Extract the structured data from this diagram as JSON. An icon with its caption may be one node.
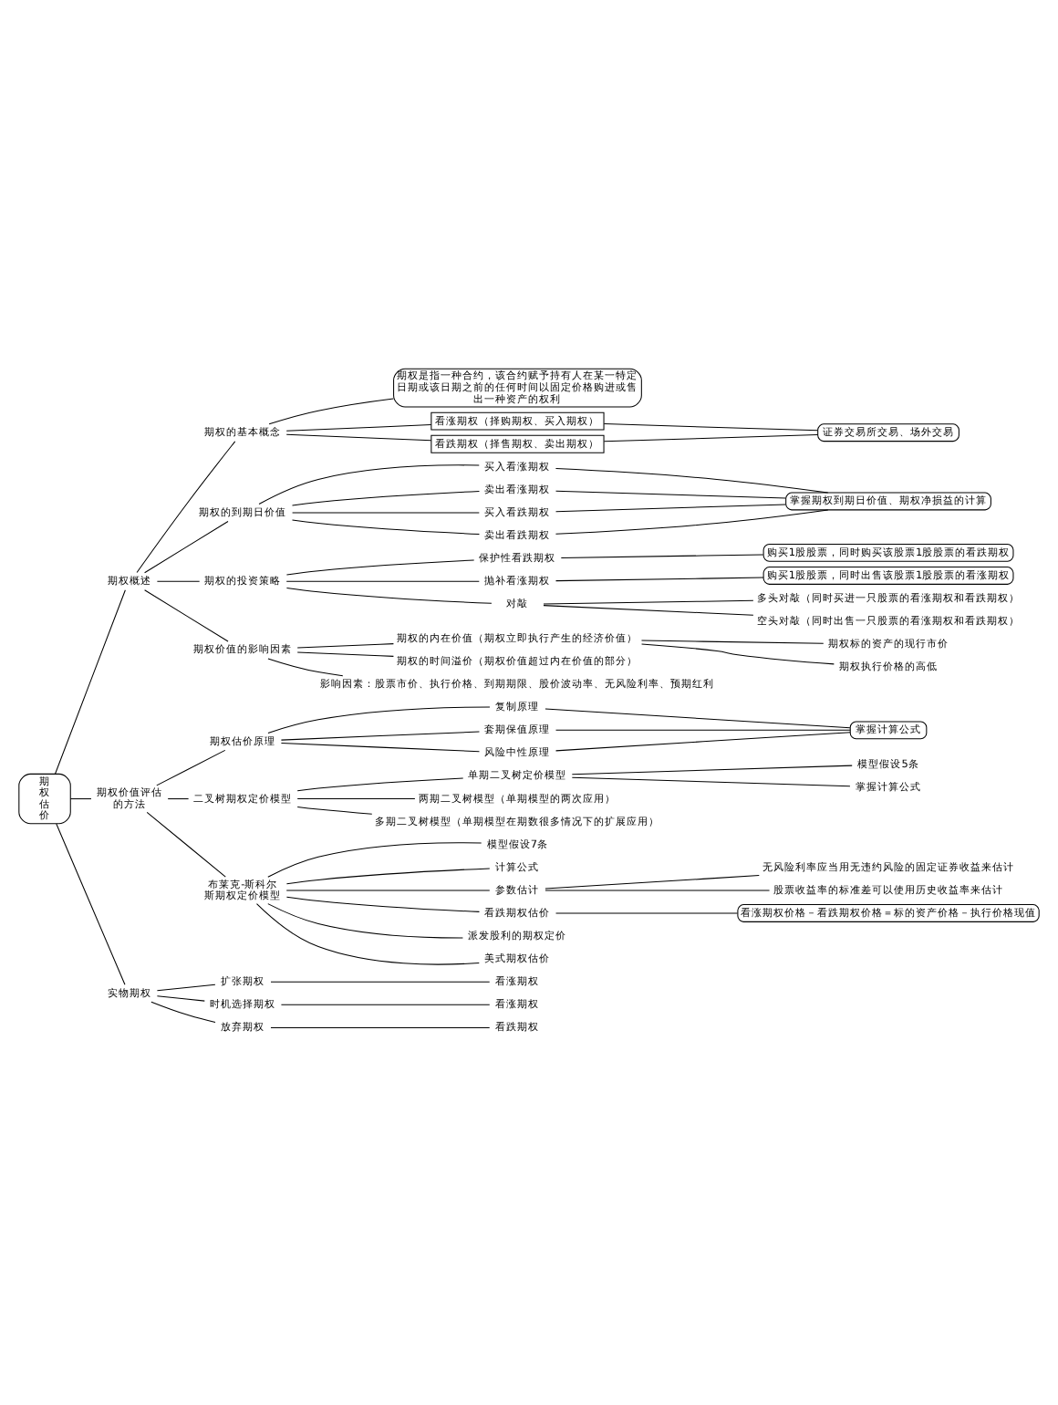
{
  "diagram": {
    "nodes": [
      {
        "text": [
          "期权估价"
        ]
      },
      {
        "text": [
          "期权概述"
        ]
      },
      {
        "text": [
          "期权的基本概念"
        ]
      },
      {
        "text": [
          "期权是指一种合约，该合约赋予持有人在某一特定日期或该日期之前的任何时间以固定价格购进或售出一种资产的权利"
        ]
      },
      {
        "text": [
          "看涨期权（择购期权、买入期权）"
        ]
      },
      {
        "text": [
          "看跌期权（择售期权、卖出期权）"
        ]
      },
      {
        "text": [
          "证券交易所交易、场外交易"
        ]
      },
      {
        "text": [
          "期权的到期日价值"
        ]
      },
      {
        "text": [
          "买入看涨期权"
        ]
      },
      {
        "text": [
          "卖出看涨期权"
        ]
      },
      {
        "text": [
          "买入看跌期权"
        ]
      },
      {
        "text": [
          "卖出看跌期权"
        ]
      },
      {
        "text": [
          "掌握期权到期日价值、期权净损益的计算"
        ]
      },
      {
        "text": [
          "期权的投资策略"
        ]
      },
      {
        "text": [
          "保护性看跌期权"
        ]
      },
      {
        "text": [
          "购买1股股票，同时购买该股票1股股票的看跌期权"
        ]
      },
      {
        "text": [
          "抛补看涨期权"
        ]
      },
      {
        "text": [
          "购买1股股票，同时出售该股票1股股票的看涨期权"
        ]
      },
      {
        "text": [
          "对敲"
        ]
      },
      {
        "text": [
          "多头对敲（同时买进一只股票的看涨期权和看跌期权）"
        ]
      },
      {
        "text": [
          "空头对敲（同时出售一只股票的看涨期权和看跌期权）"
        ]
      },
      {
        "text": [
          "期权价值的影响因素"
        ]
      },
      {
        "text": [
          "期权的内在价值（期权立即执行产生的经济价值）"
        ]
      },
      {
        "text": [
          "期权标的资产的现行市价"
        ]
      },
      {
        "text": [
          "期权执行价格的高低"
        ]
      },
      {
        "text": [
          "期权的时间溢价（期权价值超过内在价值的部分）"
        ]
      },
      {
        "text": [
          "影响因素：股票市价、执行价格、到期期限、股价波动率、无风险利率、预期红利"
        ]
      },
      {
        "text": [
          "期权价值评估的方法"
        ]
      },
      {
        "text": [
          "期权估价原理"
        ]
      },
      {
        "text": [
          "复制原理"
        ]
      },
      {
        "text": [
          "套期保值原理"
        ]
      },
      {
        "text": [
          "风险中性原理"
        ]
      },
      {
        "text": [
          "掌握计算公式"
        ]
      },
      {
        "text": [
          "二叉树期权定价模型"
        ]
      },
      {
        "text": [
          "单期二叉树定价模型"
        ]
      },
      {
        "text": [
          "模型假设5条"
        ]
      },
      {
        "text": [
          "掌握计算公式"
        ]
      },
      {
        "text": [
          "两期二叉树模型（单期模型的两次应用）"
        ]
      },
      {
        "text": [
          "多期二叉树模型（单期模型在期数很多情况下的扩展应用）"
        ]
      },
      {
        "text": [
          "布莱克-斯科尔斯期权定价模型"
        ]
      },
      {
        "text": [
          "模型假设7条"
        ]
      },
      {
        "text": [
          "计算公式"
        ]
      },
      {
        "text": [
          "参数估计"
        ]
      },
      {
        "text": [
          "无风险利率应当用无违约风险的固定证券收益来估计"
        ]
      },
      {
        "text": [
          "股票收益率的标准差可以使用历史收益率来估计"
        ]
      },
      {
        "text": [
          "看跌期权估价"
        ]
      },
      {
        "text": [
          "看涨期权价格－看跌期权价格＝标的资产价格－执行价格现值"
        ]
      },
      {
        "text": [
          "派发股利的期权定价"
        ]
      },
      {
        "text": [
          "美式期权估价"
        ]
      },
      {
        "text": [
          "实物期权"
        ]
      },
      {
        "text": [
          "扩张期权"
        ]
      },
      {
        "text": [
          "看涨期权"
        ]
      },
      {
        "text": [
          "时机选择期权"
        ]
      },
      {
        "text": [
          "看涨期权"
        ]
      },
      {
        "text": [
          "放弃期权"
        ]
      },
      {
        "text": [
          "看跌期权"
        ]
      }
    ],
    "edges": [
      {
        "from": 0,
        "to": 1,
        "arrow": "none"
      },
      {
        "from": 0,
        "to": 27,
        "arrow": "none"
      },
      {
        "from": 0,
        "to": 49,
        "arrow": "none"
      },
      {
        "from": 1,
        "to": 2,
        "arrow": "none"
      },
      {
        "from": 1,
        "to": 7,
        "arrow": "none"
      },
      {
        "from": 1,
        "to": 13,
        "arrow": "none"
      },
      {
        "from": 1,
        "to": 21,
        "arrow": "none"
      },
      {
        "from": 2,
        "to": 3,
        "arrow": "none"
      },
      {
        "from": 2,
        "to": 4,
        "arrow": "none"
      },
      {
        "from": 2,
        "to": 5,
        "arrow": "none"
      },
      {
        "from": 4,
        "to": 6,
        "arrow": "none"
      },
      {
        "from": 5,
        "to": 6,
        "arrow": "none"
      },
      {
        "from": 7,
        "to": 8,
        "arrow": "none"
      },
      {
        "from": 7,
        "to": 9,
        "arrow": "none"
      },
      {
        "from": 7,
        "to": 10,
        "arrow": "none"
      },
      {
        "from": 7,
        "to": 11,
        "arrow": "none"
      },
      {
        "from": 8,
        "to": 12,
        "arrow": "none"
      },
      {
        "from": 9,
        "to": 12,
        "arrow": "none"
      },
      {
        "from": 10,
        "to": 12,
        "arrow": "none"
      },
      {
        "from": 11,
        "to": 12,
        "arrow": "none"
      },
      {
        "from": 13,
        "to": 14,
        "arrow": "none"
      },
      {
        "from": 13,
        "to": 16,
        "arrow": "none"
      },
      {
        "from": 13,
        "to": 18,
        "arrow": "none"
      },
      {
        "from": 14,
        "to": 15,
        "arrow": "none"
      },
      {
        "from": 16,
        "to": 17,
        "arrow": "none"
      },
      {
        "from": 18,
        "to": 19,
        "arrow": "none"
      },
      {
        "from": 18,
        "to": 20,
        "arrow": "none"
      },
      {
        "from": 21,
        "to": 22,
        "arrow": "none"
      },
      {
        "from": 21,
        "to": 25,
        "arrow": "none"
      },
      {
        "from": 21,
        "to": 26,
        "arrow": "none"
      },
      {
        "from": 22,
        "to": 23,
        "arrow": "none"
      },
      {
        "from": 22,
        "to": 24,
        "arrow": "none"
      },
      {
        "from": 27,
        "to": 28,
        "arrow": "none"
      },
      {
        "from": 27,
        "to": 33,
        "arrow": "none"
      },
      {
        "from": 27,
        "to": 39,
        "arrow": "none"
      },
      {
        "from": 28,
        "to": 29,
        "arrow": "none"
      },
      {
        "from": 28,
        "to": 30,
        "arrow": "none"
      },
      {
        "from": 28,
        "to": 31,
        "arrow": "none"
      },
      {
        "from": 29,
        "to": 32,
        "arrow": "none"
      },
      {
        "from": 30,
        "to": 32,
        "arrow": "none"
      },
      {
        "from": 31,
        "to": 32,
        "arrow": "none"
      },
      {
        "from": 33,
        "to": 34,
        "arrow": "none"
      },
      {
        "from": 33,
        "to": 37,
        "arrow": "none"
      },
      {
        "from": 33,
        "to": 38,
        "arrow": "none"
      },
      {
        "from": 34,
        "to": 35,
        "arrow": "none"
      },
      {
        "from": 34,
        "to": 36,
        "arrow": "none"
      },
      {
        "from": 39,
        "to": 40,
        "arrow": "none"
      },
      {
        "from": 39,
        "to": 41,
        "arrow": "none"
      },
      {
        "from": 39,
        "to": 42,
        "arrow": "none"
      },
      {
        "from": 39,
        "to": 45,
        "arrow": "none"
      },
      {
        "from": 39,
        "to": 47,
        "arrow": "none"
      },
      {
        "from": 39,
        "to": 48,
        "arrow": "none"
      },
      {
        "from": 42,
        "to": 43,
        "arrow": "none"
      },
      {
        "from": 42,
        "to": 44,
        "arrow": "none"
      },
      {
        "from": 45,
        "to": 46,
        "arrow": "none"
      },
      {
        "from": 49,
        "to": 50,
        "arrow": "none"
      },
      {
        "from": 49,
        "to": 52,
        "arrow": "none"
      },
      {
        "from": 49,
        "to": 54,
        "arrow": "none"
      },
      {
        "from": 50,
        "to": 51,
        "arrow": "none"
      },
      {
        "from": 52,
        "to": 53,
        "arrow": "none"
      },
      {
        "from": 54,
        "to": 55,
        "arrow": "none"
      }
    ]
  }
}
